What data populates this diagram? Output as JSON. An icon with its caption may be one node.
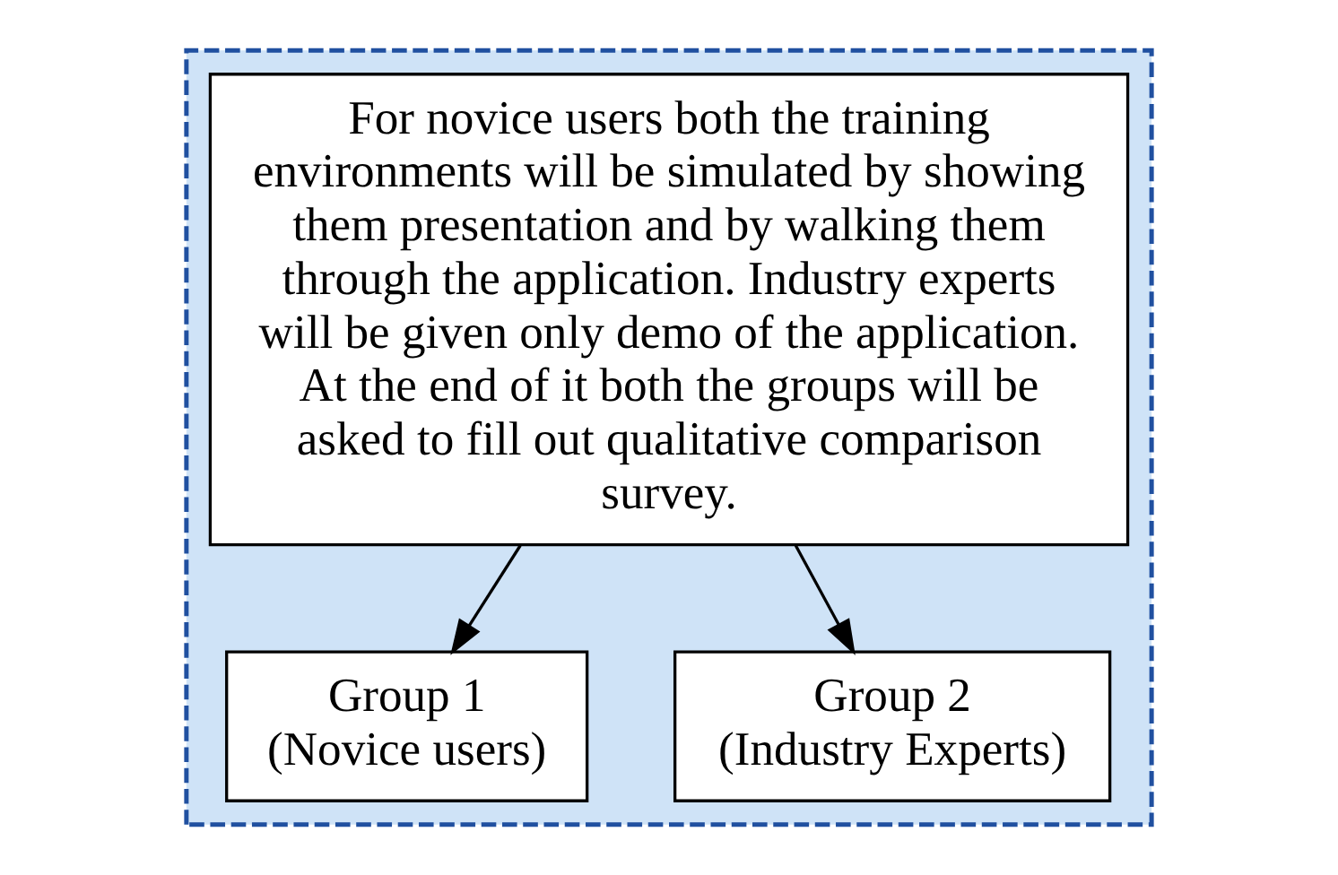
{
  "diagram": {
    "nodes": [
      {
        "text": [],
        "shape": "box"
      },
      {
        "text": [
          "For novice users both the training environments will be simulated by showing them presentation and by walking them through the application. Industry experts will be given only demo of the application. At the end of it both the groups will be asked to fill out qualitative comparison survey."
        ],
        "in": 0
      },
      {
        "text": [
          "Group 1",
          "(Novice users)"
        ],
        "in": 0
      },
      {
        "text": [
          "Group 2",
          "(Industry Experts)"
        ],
        "in": 0
      }
    ],
    "edges": [
      {
        "from": 1,
        "to": 2,
        "arrow": "to"
      },
      {
        "from": 1,
        "to": 3,
        "arrow": "to"
      }
    ]
  }
}
